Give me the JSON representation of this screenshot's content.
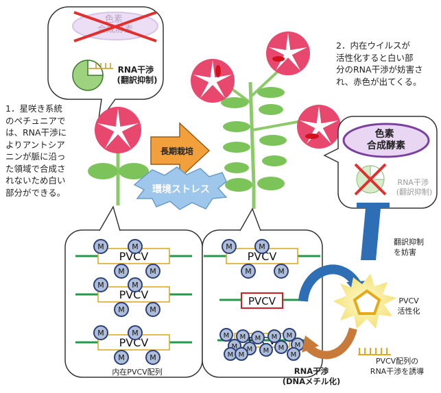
{
  "left_bubble": {
    "enzyme": "色素\n合成酵素",
    "interference": "RNA干渉\n(翻訳抑制)"
  },
  "text_left": "1．星咲き系統\nのペチュニアで\nは、RNA干渉に\nよりアントシア\nニンが脈に沿っ\nた領域で合成さ\nれないため白い\n部分ができる。",
  "text_right": "2．内在ウイルスが\n活性化すると白い部\n分のRNA干渉が妨害さ\nれ、赤色が出てくる。",
  "arrow_label": "長期栽培",
  "stress_label": "環境ストレス",
  "right_bubble": {
    "enzyme": "色素\n合成酵素",
    "interference": "RNA干渉\n(翻訳抑制)"
  },
  "inhibit_label": "翻訳抑制\nを妨害",
  "pvcv": "PVCV",
  "methyl": "M",
  "bottom_left_caption": "内在PVCV配列",
  "activation_label": "PVCV\n活性化",
  "induce_label": "PVCV配列の\nRNA干渉を誘導",
  "rnai_dna": "RNA干渉\n(DNAメチル化)"
}
